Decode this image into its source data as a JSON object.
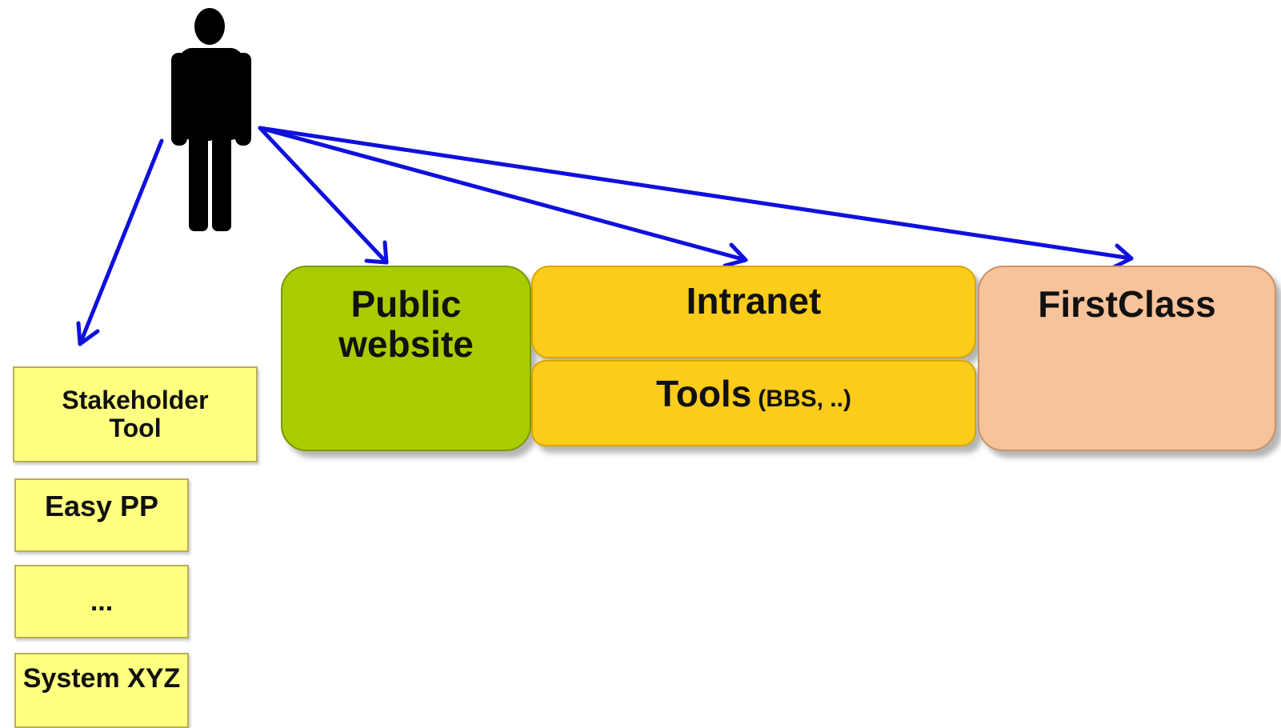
{
  "colors": {
    "arrow": "#1010dd",
    "person": "#000000",
    "public_website": "#a9cc00",
    "intranet": "#fccc1a",
    "firstclass": "#f8c39a",
    "system_box": "#ffff80"
  },
  "person": {
    "icon": "person-icon"
  },
  "platforms": {
    "public_website": {
      "label_line1": "Public",
      "label_line2": "website"
    },
    "intranet": {
      "label": "Intranet"
    },
    "tools": {
      "label": "Tools",
      "sub_label": "(BBS, ..)"
    },
    "firstclass": {
      "label": "FirstClass"
    }
  },
  "systems": {
    "stakeholder_tool": {
      "label_line1": "Stakeholder",
      "label_line2": "Tool"
    },
    "easy_pp": {
      "label": "Easy PP"
    },
    "ellipsis": {
      "label": "..."
    },
    "system_xyz": {
      "label": "System XYZ"
    }
  }
}
